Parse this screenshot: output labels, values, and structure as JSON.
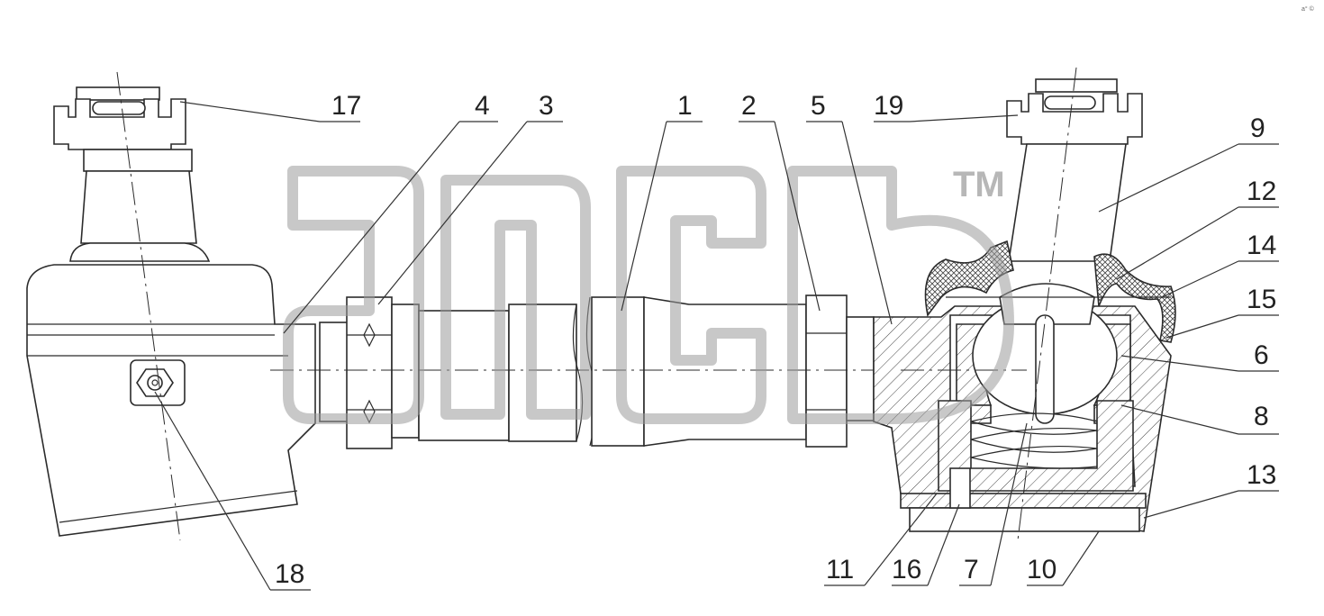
{
  "diagram": {
    "labels": [
      "1",
      "2",
      "3",
      "4",
      "5",
      "6",
      "7",
      "8",
      "9",
      "10",
      "11",
      "12",
      "13",
      "14",
      "15",
      "16",
      "17",
      "18",
      "19"
    ],
    "watermark_mark": "TM",
    "corner_text": "a°  ©"
  }
}
